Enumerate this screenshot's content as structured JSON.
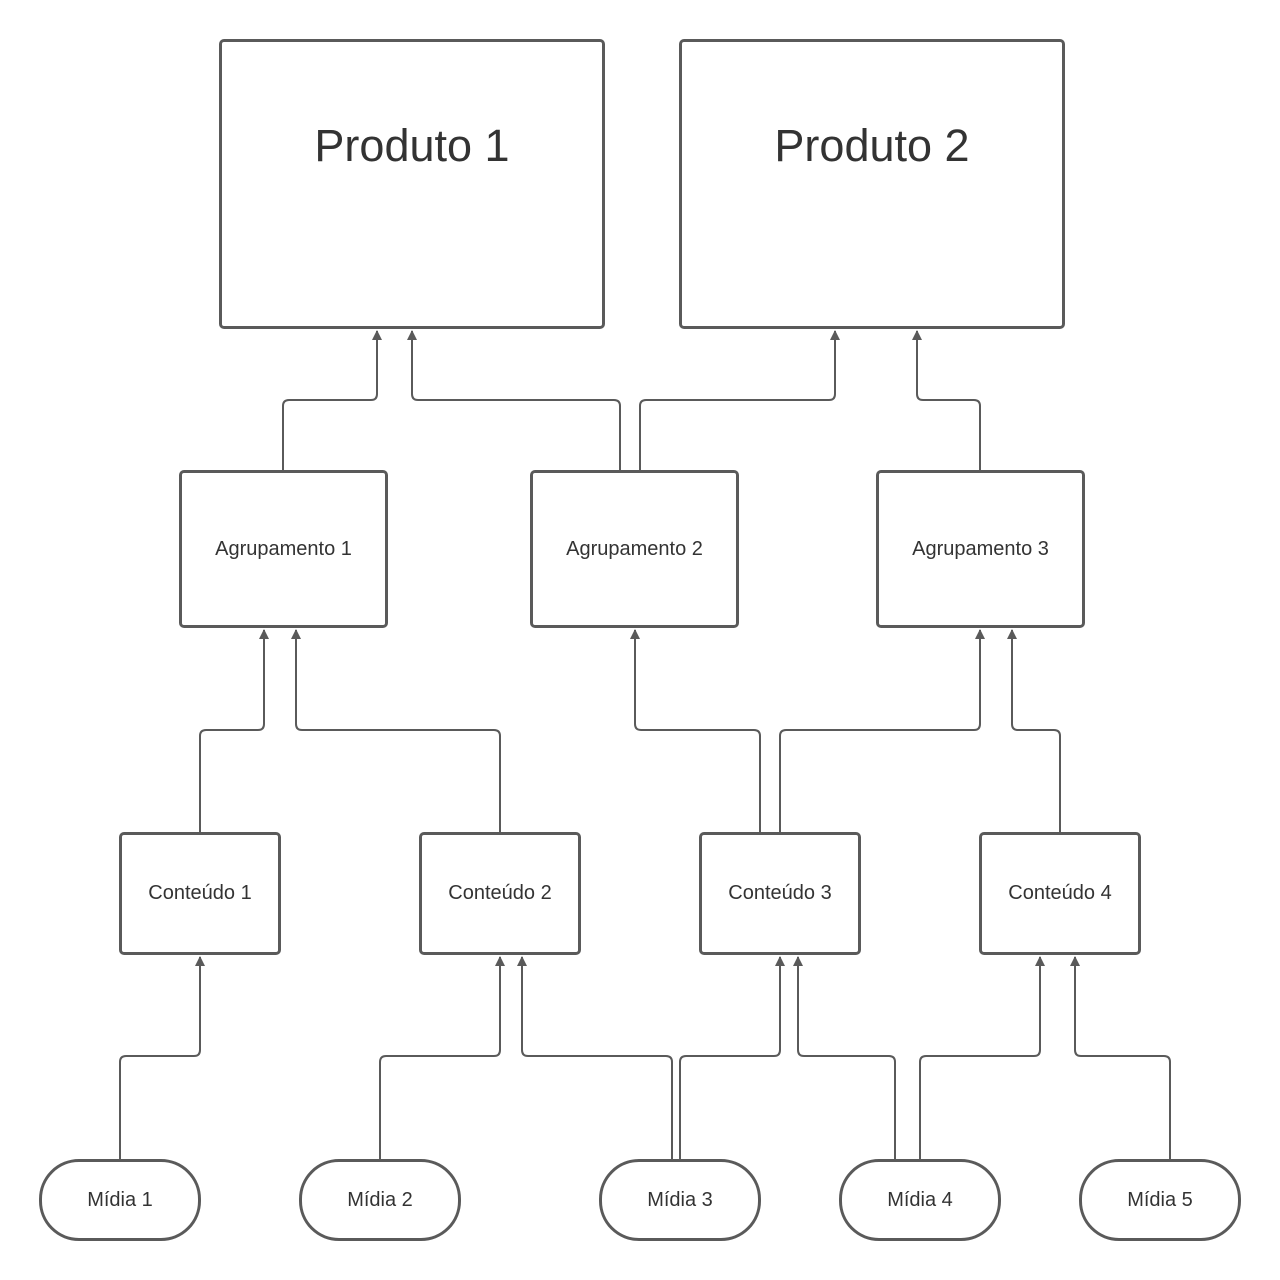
{
  "diagram": {
    "produtos": [
      {
        "id": "p1",
        "label": "Produto 1"
      },
      {
        "id": "p2",
        "label": "Produto 2"
      }
    ],
    "agrupamentos": [
      {
        "id": "a1",
        "label": "Agrupamento 1"
      },
      {
        "id": "a2",
        "label": "Agrupamento 2"
      },
      {
        "id": "a3",
        "label": "Agrupamento 3"
      }
    ],
    "conteudos": [
      {
        "id": "c1",
        "label": "Conteúdo 1"
      },
      {
        "id": "c2",
        "label": "Conteúdo 2"
      },
      {
        "id": "c3",
        "label": "Conteúdo 3"
      },
      {
        "id": "c4",
        "label": "Conteúdo 4"
      }
    ],
    "midias": [
      {
        "id": "m1",
        "label": "Mídia 1"
      },
      {
        "id": "m2",
        "label": "Mídia 2"
      },
      {
        "id": "m3",
        "label": "Mídia 3"
      },
      {
        "id": "m4",
        "label": "Mídia 4"
      },
      {
        "id": "m5",
        "label": "Mídia 5"
      }
    ],
    "edges": [
      {
        "from": "m1",
        "to": "c1"
      },
      {
        "from": "m2",
        "to": "c2"
      },
      {
        "from": "m3",
        "to": "c2"
      },
      {
        "from": "m3",
        "to": "c3"
      },
      {
        "from": "m4",
        "to": "c3"
      },
      {
        "from": "m4",
        "to": "c4"
      },
      {
        "from": "m5",
        "to": "c4"
      },
      {
        "from": "c1",
        "to": "a1"
      },
      {
        "from": "c2",
        "to": "a1"
      },
      {
        "from": "c3",
        "to": "a2"
      },
      {
        "from": "c3",
        "to": "a3"
      },
      {
        "from": "c4",
        "to": "a3"
      },
      {
        "from": "a1",
        "to": "p1"
      },
      {
        "from": "a2",
        "to": "p1"
      },
      {
        "from": "a2",
        "to": "p2"
      },
      {
        "from": "a3",
        "to": "p2"
      }
    ],
    "colors": {
      "stroke": "#5a5a5a",
      "text": "#333333",
      "background": "#ffffff"
    }
  }
}
